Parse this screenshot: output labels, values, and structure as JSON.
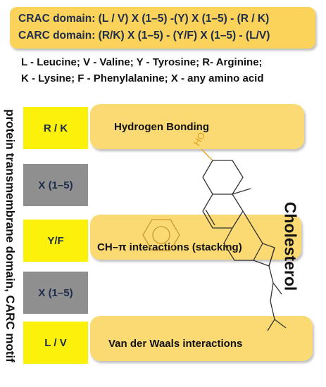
{
  "header": {
    "crac": "CRAC domain: (L / V) X (1–5) -(Y) X (1–5) - (R / K)",
    "carc": "CARC domain: (R/K) X (1–5) - (Y/F) X (1–5) - (L/V)"
  },
  "legend": {
    "line1": "L - Leucine; V - Valine; Y - Tyrosine; R- Arginine;",
    "line2": "K - Lysine; F - Phenylalanine; X  -  any amino acid"
  },
  "side_label": "protein transmembrane domain, CARC motif",
  "motifs": [
    "R / K",
    "X (1–5)",
    "Y/F",
    "X (1–5)",
    "L / V"
  ],
  "interactions": [
    "Hydrogen Bonding",
    "CH–π interactions  (stacking)",
    "Van der Waals interactions"
  ],
  "molecule": {
    "name": "Cholesterol",
    "hydroxyl": "HO"
  },
  "colors": {
    "header": "#fbd35a",
    "motif_key": "#fbf10a",
    "motif_spacer": "#8f8f8f",
    "band": "#fcd45a"
  }
}
